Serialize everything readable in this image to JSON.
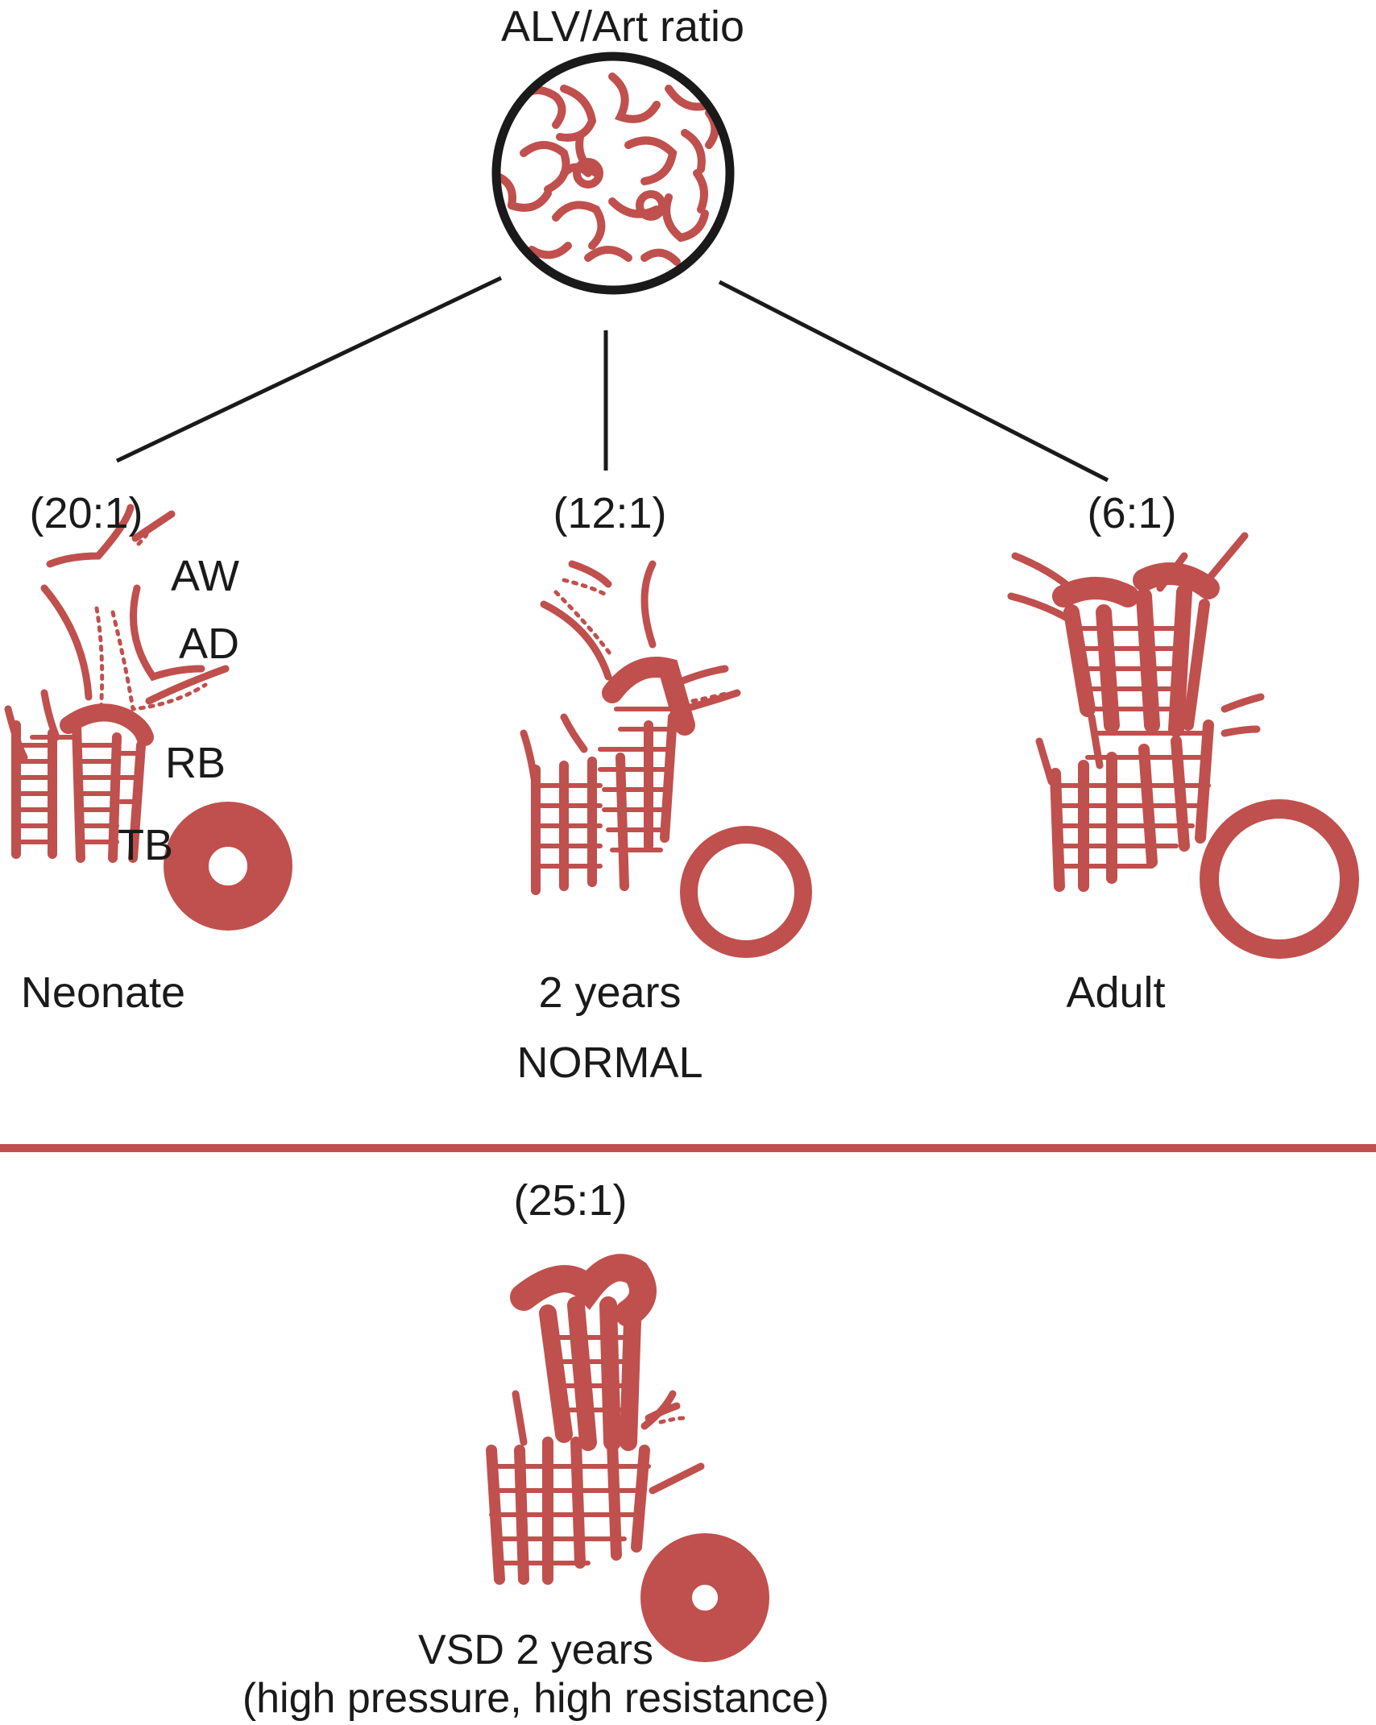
{
  "colors": {
    "vessel": "#c0504d",
    "ink": "#1a1a1a"
  },
  "title": "ALV/Art ratio",
  "panels": [
    {
      "ratio": "(20:1)",
      "caption": "Neonate"
    },
    {
      "ratio": "(12:1)",
      "caption": "2 years"
    },
    {
      "ratio": "(6:1)",
      "caption": "Adult"
    }
  ],
  "normal_label": "NORMAL",
  "structure_labels": {
    "aw": "AW",
    "ad": "AD",
    "rb": "RB",
    "tb": "TB"
  },
  "vsd": {
    "ratio": "(25:1)",
    "caption_line1": "VSD 2 years",
    "caption_line2": "(high pressure, high resistance)"
  }
}
